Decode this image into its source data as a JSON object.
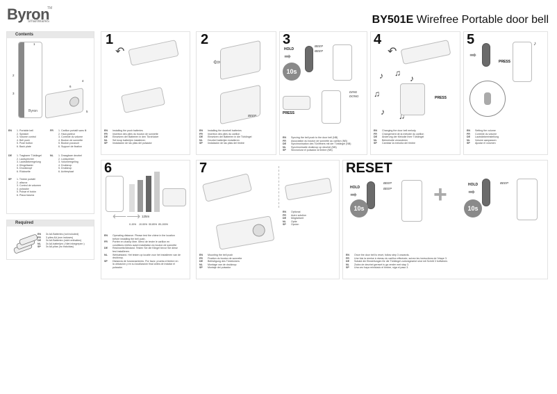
{
  "brand": {
    "name": "Byron",
    "sub": "smartwares",
    "tm": "TM"
  },
  "title": {
    "model": "BY501E",
    "text": " Wirefree Portable door bell"
  },
  "contents": {
    "header": "Contents",
    "callouts": [
      "1",
      "2",
      "3",
      "4",
      "5",
      "6"
    ],
    "left_code": "EN",
    "left_items": [
      "1. Portable bell",
      "2. Speaker",
      "3. Volume control",
      "4. Bell push",
      "5. Push button",
      "6. Back plate"
    ],
    "right_code": "FR",
    "right_items": [
      "1. Carillon portatif sans fil",
      "2. Haut-parleur",
      "3. Contrôle du volume",
      "4. Bouton de sonnette",
      "5. Bouton poussoir",
      "6. Support de fixation"
    ],
    "left2_code": "DE",
    "left2_items": [
      "1. Tragbarer Türklingel",
      "2. Lautsprecher",
      "3. Lautstärkeregelung",
      "4. Klingeltaster",
      "5. Druckknopf",
      "6. Rückseite"
    ],
    "right2_code": "NL",
    "right2_items": [
      "1. Draagbare deurbel",
      "2. Luidspreker",
      "3. Volumeregeling",
      "4. Drukknop",
      "5. Drukknop",
      "6. Achterplaat"
    ],
    "left3_code": "SP",
    "left3_items": [
      "1. Timbre portátil",
      "2. altavoz",
      "3. Control de volumen",
      "4. pulsador",
      "5. Pulsar el botón",
      "6. Placa trasera"
    ]
  },
  "required": {
    "header": "Required",
    "lines": [
      [
        "EN",
        "3x AA Batteries (not included)"
      ],
      [
        "FR",
        "3 piles AA (non incluses)"
      ],
      [
        "DE",
        "3x AA Batterien (nicht enthalten)"
      ],
      [
        "NL",
        "3x AA batterijen ( Niet inbegrepen )"
      ],
      [
        "SP",
        "3x AA pilas (no incluidas)"
      ]
    ]
  },
  "steps": {
    "s1": {
      "num": "1",
      "lines": [
        [
          "EN",
          "Installing the push batteries"
        ],
        [
          "FR",
          "Insertion des piles du bouton de sonnette"
        ],
        [
          "DE",
          "Einsetzen der Batterien in den Türdrücker"
        ],
        [
          "NL",
          "Set knop batterijen installeren"
        ],
        [
          "SP",
          "Instalación de las pilas del pulsador"
        ]
      ]
    },
    "s2": {
      "num": "2",
      "beep": "BEEP",
      "lines": [
        [
          "EN",
          "Installing the doorbell batteries"
        ],
        [
          "FR",
          "Insertion des piles du carillon"
        ],
        [
          "DE",
          "Einsetzen der Batterien in die Türklingel"
        ],
        [
          "NL",
          "Deurbel batterijen installeren"
        ],
        [
          "SP",
          "Instalación de las pilas del timbre"
        ]
      ]
    },
    "s3": {
      "num": "3",
      "hold": "HOLD",
      "timer": "10s",
      "beep1": "BEEP",
      "beep2": "BEEP",
      "press": "PRESS",
      "ding": "DING",
      "dong": "DONG",
      "lines": [
        [
          "EN",
          "Syncing the bell push to the door bell (NB)"
        ],
        [
          "FR",
          "Association du bouton de sonnette au carillon (NB)"
        ],
        [
          "DE",
          "Synchronisation des Türöffners mit der Türklingel (NB)"
        ],
        [
          "NL",
          "Synchronisatie drukknop op deurbel (NB)"
        ],
        [
          "SP",
          "Sincronizar el pulsador al timbre (NB)"
        ]
      ]
    },
    "s4": {
      "num": "4",
      "press": "PRESS",
      "lines": [
        [
          "EN",
          "Changing the door bell melody"
        ],
        [
          "FR",
          "Changement de la mélodie du carillon"
        ],
        [
          "DE",
          "Änderung der Melodie Ihrer Türklingel"
        ],
        [
          "NL",
          "Belmelodie veranderen"
        ],
        [
          "SP",
          "Cambiar la melodía del timbre"
        ]
      ]
    },
    "s5": {
      "num": "5",
      "press": "PRESS",
      "lines": [
        [
          "EN",
          "Setting the volume"
        ],
        [
          "FR",
          "Contrôle du volume"
        ],
        [
          "DE",
          "Lautstärkeeinstellung"
        ],
        [
          "NL",
          "Volume aanpassen"
        ],
        [
          "SP",
          "Ajustar el volumen"
        ]
      ]
    },
    "s6": {
      "num": "6",
      "distance": "125m",
      "walls": [
        "0-10%",
        "10-50%",
        "50-80%",
        "80-100%"
      ],
      "lines": [
        [
          "EN",
          "Operating distance. Please test the chime in the location"
        ],
        [
          "",
          "before installing the bell push."
        ],
        [
          "FR",
          "Portée en champ libre. Merci de tester le carillon en"
        ],
        [
          "",
          "conditions réelles avant installation du bouton de sonnette"
        ],
        [
          "DE",
          "Reichweite/Abstand. Testen Sie die Klingel bevor Sie diese"
        ],
        [
          "",
          "fest installieren."
        ],
        [
          "NL",
          "Werkafstand. Het testen op locatie voor het installeren van de"
        ],
        [
          "",
          "drukknop."
        ],
        [
          "SP",
          "Distancia de funcionamiento. Por favor, prueba el timbre en"
        ],
        [
          "",
          "la ubicación y en su localización final antes de instalar el"
        ],
        [
          "",
          "pulsador."
        ]
      ]
    },
    "s7": {
      "num": "7",
      "optional": [
        [
          "EN",
          "Optional"
        ],
        [
          "FR",
          "Autre solution"
        ],
        [
          "DE",
          "Möglichkeit"
        ],
        [
          "NL",
          "Optie"
        ],
        [
          "SP",
          "Opcion"
        ]
      ],
      "lines": [
        [
          "EN",
          "Mounting the bell push"
        ],
        [
          "FR",
          "Fixation du bouton de sonnette"
        ],
        [
          "DE",
          "Befestigung des Türdrückers"
        ],
        [
          "NL",
          "Montage van de drukknop"
        ],
        [
          "SP",
          "Montaje del pulsador"
        ]
      ]
    },
    "reset": {
      "title": "RESET",
      "hold": "HOLD",
      "timer": "10s",
      "beep1": "BEEP",
      "beep2": "BEEP",
      "hold2": "HOLD",
      "beep3": "BEEP",
      "timer2": "10s",
      "lines": [
        [
          "EN",
          "Once the door bell is reset, follow step 3 onwards."
        ],
        [
          "FR",
          "Une fois la remise à niveau du carillon effectuée, suivez les instructions de l'étape 3."
        ],
        [
          "DE",
          "Sobald die Einstellungen für die Türklingel zurückgesetzt sind mit Schritt 3 fortfahren."
        ],
        [
          "NL",
          "Zodra de deurbel gereset is ga verder met stap 3."
        ],
        [
          "SP",
          "Una vez haya reiniciado el timbre, siga el paso 3."
        ]
      ]
    }
  }
}
